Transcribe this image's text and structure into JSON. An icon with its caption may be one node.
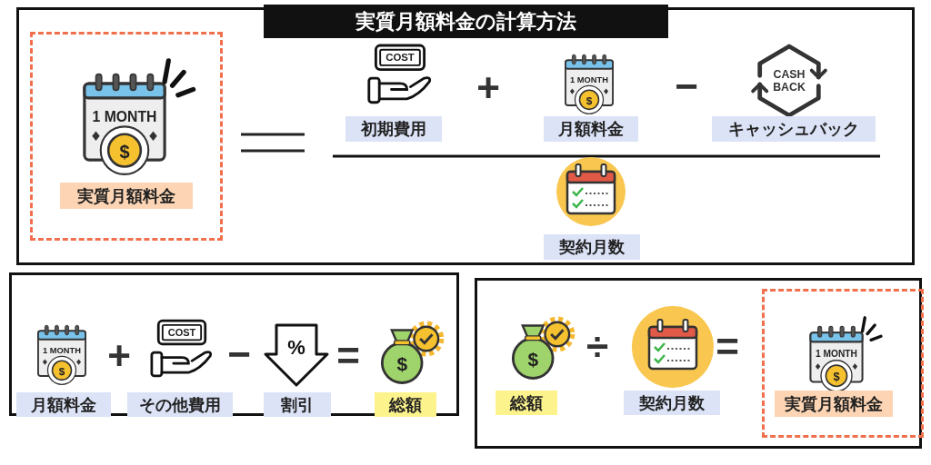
{
  "diagram": {
    "title": "実質月額料金の計算方法",
    "nodes": [
      {
        "text": [],
        "shape": "box"
      },
      {
        "text": [
          "実質月額料金"
        ],
        "in": 0
      },
      {
        "text": [
          "初期費用"
        ],
        "in": 0
      },
      {
        "text": [
          "月額料金"
        ],
        "in": 0
      },
      {
        "text": [
          "キャッシュバック"
        ],
        "in": 0
      },
      {
        "text": [
          "契約月数"
        ],
        "in": 0
      },
      {
        "text": [],
        "shape": "box"
      },
      {
        "text": [
          "月額料金"
        ],
        "in": 6
      },
      {
        "text": [
          "その他費用"
        ],
        "in": 6
      },
      {
        "text": [
          "割引"
        ],
        "in": 6
      },
      {
        "text": [
          "総額"
        ],
        "in": 6
      },
      {
        "text": [],
        "shape": "box"
      },
      {
        "text": [
          "総額"
        ],
        "in": 11
      },
      {
        "text": [
          "契約月数"
        ],
        "in": 11
      },
      {
        "text": [
          "実質月額料金"
        ],
        "in": 11
      }
    ],
    "labels": [
      "1 MONTH",
      "$",
      "COST",
      "+",
      "1 MONTH",
      "$",
      "−",
      "CASH BACK",
      "1 MONTH",
      "$",
      "+",
      "COST",
      "−",
      "%",
      "=",
      "$",
      "$",
      "÷",
      "=",
      "1 MONTH",
      "$"
    ]
  }
}
